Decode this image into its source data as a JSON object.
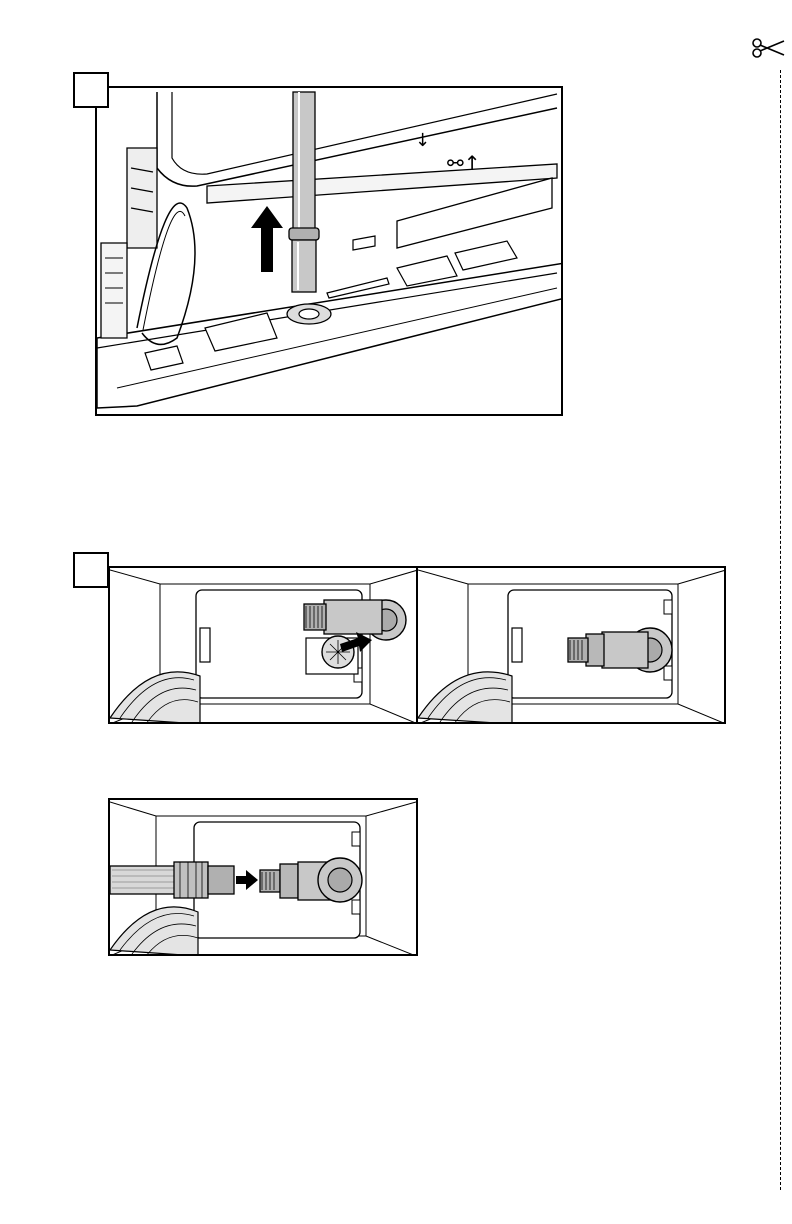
{
  "page": {
    "cut_line": {
      "icon": "scissors-icon"
    }
  },
  "steps": [
    {
      "marker_label": "",
      "figure": "hose-release-illustration"
    },
    {
      "marker_label": "",
      "figures": [
        "filter-removal-illustration",
        "elbow-fitting-illustration",
        "hose-connection-illustration"
      ]
    }
  ],
  "colors": {
    "line": "#000000",
    "fill_metal": "#c8c8c8",
    "fill_dark": "#8a8a8a"
  }
}
